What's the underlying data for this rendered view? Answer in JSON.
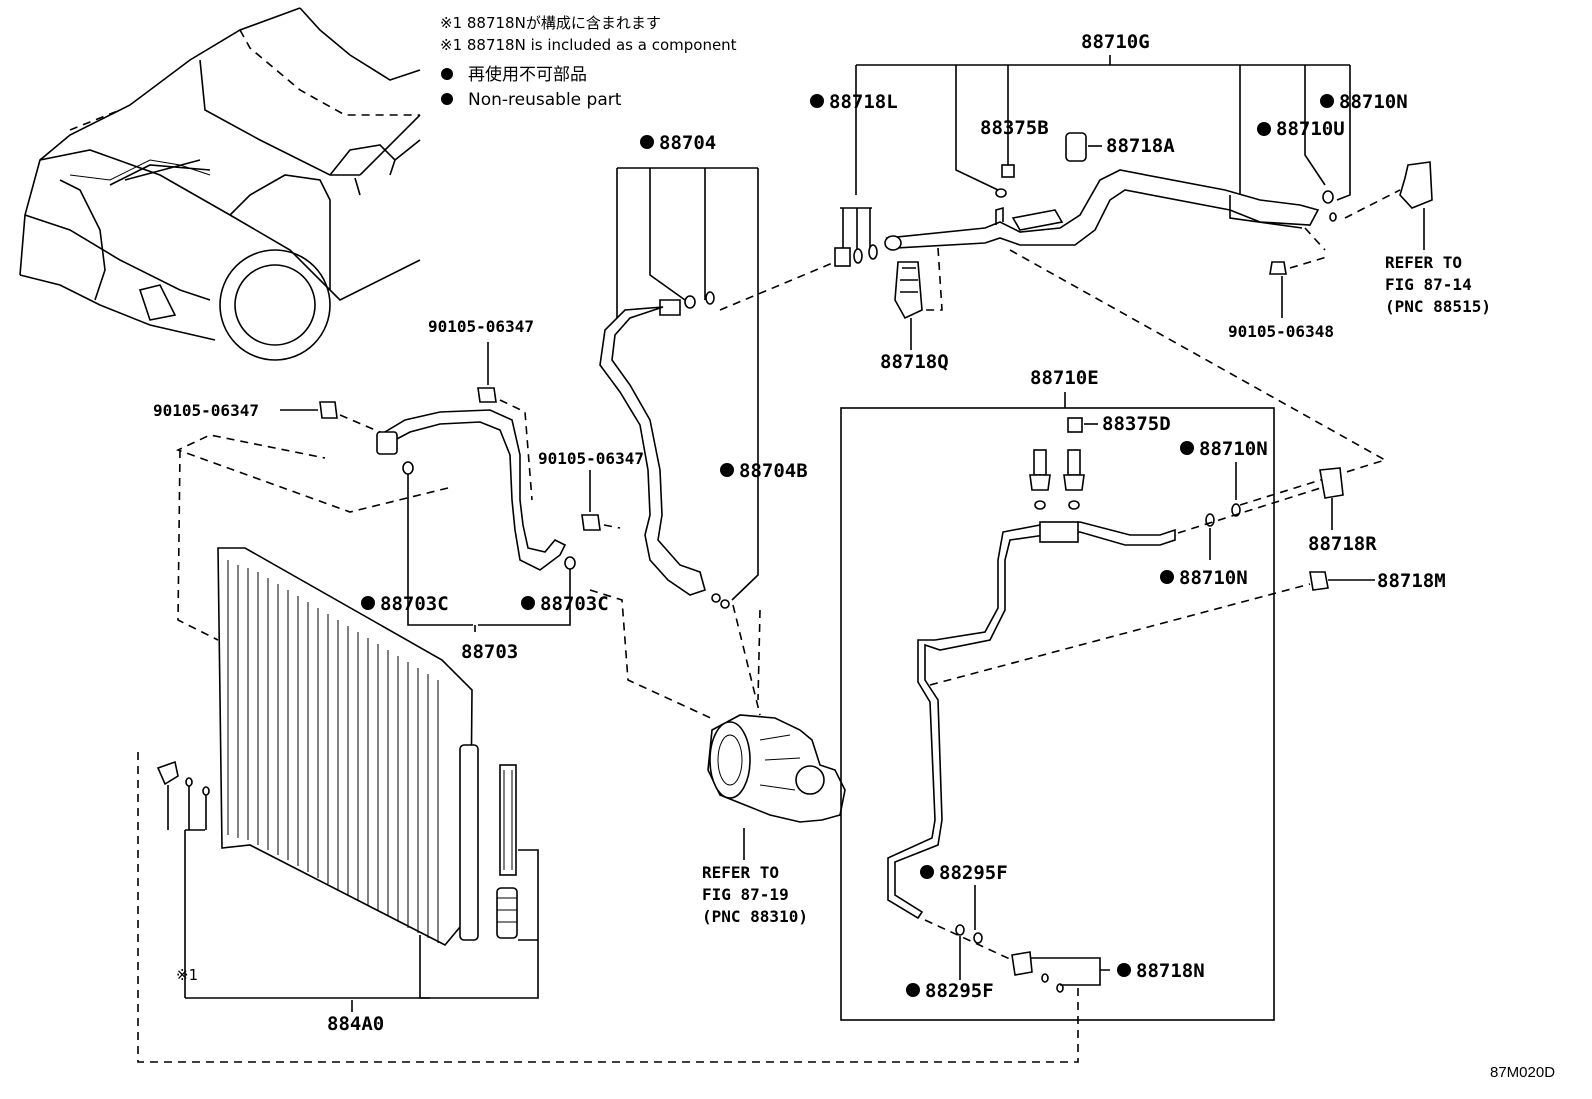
{
  "notes": {
    "line1": "※1 88718Nが構成に含まれます",
    "line2": "※1 88718N is included as a component",
    "line3": "再使用不可部品",
    "line4": "Non-reusable part"
  },
  "labels": {
    "p88710G": "88710G",
    "p88718L": "88718L",
    "p88375B": "88375B",
    "p88718A": "88718A",
    "p88710N_top": "88710N",
    "p88710U": "88710U",
    "p88704": "88704",
    "p88718Q": "88718Q",
    "p90105_06348": "90105-06348",
    "p90105_06347_a": "90105-06347",
    "p90105_06347_b": "90105-06347",
    "p90105_06347_c": "90105-06347",
    "p88704B": "88704B",
    "p88710E": "88710E",
    "p88375D": "88375D",
    "p88710N_mid": "88710N",
    "p88710N_low": "88710N",
    "p88718R": "88718R",
    "p88718M": "88718M",
    "p88703C_a": "88703C",
    "p88703C_b": "88703C",
    "p88703": "88703",
    "p88295F_a": "88295F",
    "p88295F_b": "88295F",
    "p88718N": "88718N",
    "p884A0": "884A0",
    "note_mark": "※1"
  },
  "refs": {
    "ref1_l1": "REFER TO",
    "ref1_l2": "FIG 87-14",
    "ref1_l3": "(PNC 88515)",
    "ref2_l1": "REFER TO",
    "ref2_l2": "FIG 87-19",
    "ref2_l3": "(PNC 88310)"
  },
  "figure_id": "87M020D"
}
